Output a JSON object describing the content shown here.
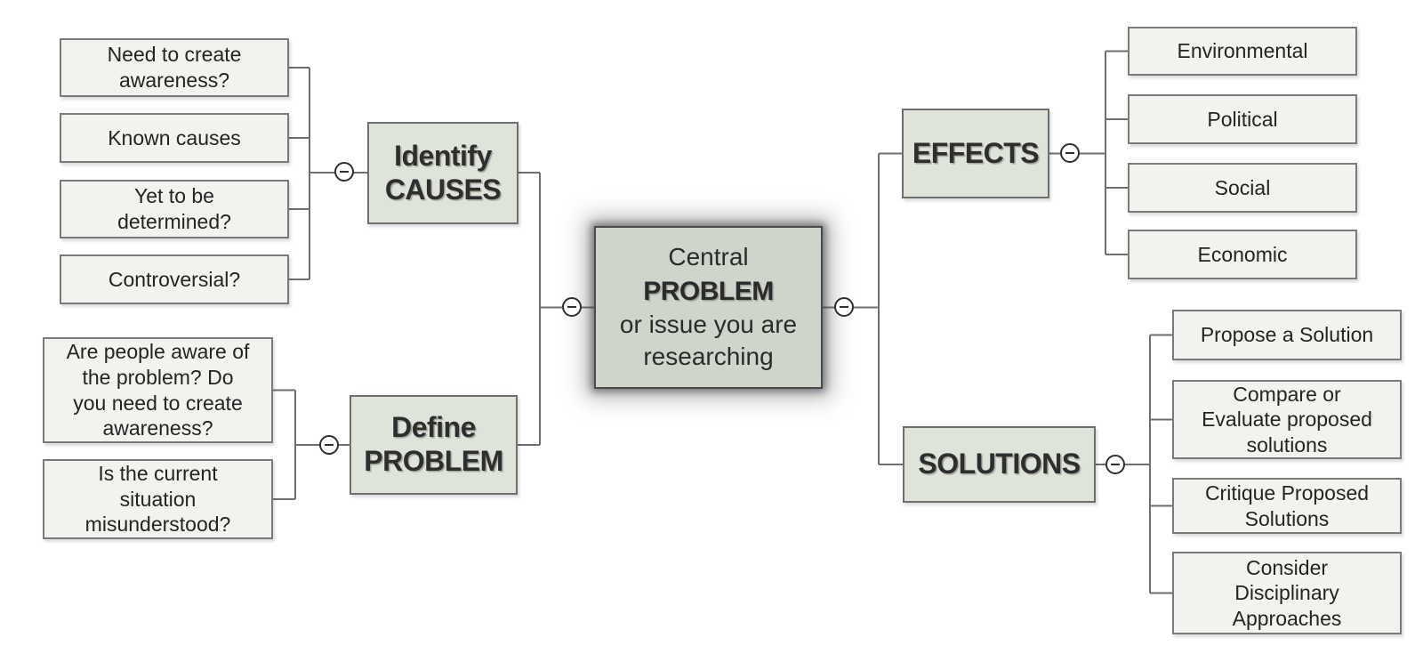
{
  "colors": {
    "central_fill": "#cfd5ca",
    "branch_fill": "#dfe4da",
    "leaf_fill": "#f2f2ef",
    "line": "#6f6f6f",
    "text": "#262626",
    "background": "#ffffff"
  },
  "center": {
    "line1": "Central",
    "line2": "PROBLEM",
    "line3": [
      "or issue you are",
      "researching"
    ]
  },
  "causes": {
    "label": [
      "Identify",
      "CAUSES"
    ],
    "children": [
      [
        "Need to create",
        "awareness?"
      ],
      [
        "Known causes"
      ],
      [
        "Yet to be",
        "determined?"
      ],
      [
        "Controversial?"
      ]
    ]
  },
  "problem": {
    "label": [
      "Define",
      "PROBLEM"
    ],
    "children": [
      [
        "Are people aware of",
        "the problem?  Do",
        "you need to create",
        "awareness?"
      ],
      [
        "Is the current",
        "situation",
        "misunderstood?"
      ]
    ]
  },
  "effects": {
    "label": "EFFECTS",
    "children": [
      "Environmental",
      "Political",
      "Social",
      "Economic"
    ]
  },
  "solutions": {
    "label": "SOLUTIONS",
    "children": [
      [
        "Propose a Solution"
      ],
      [
        "Compare or",
        "Evaluate proposed",
        "solutions"
      ],
      [
        "Critique Proposed",
        "Solutions"
      ],
      [
        "Consider",
        "Disciplinary",
        "Approaches"
      ]
    ]
  },
  "toggle_symbol": "−"
}
